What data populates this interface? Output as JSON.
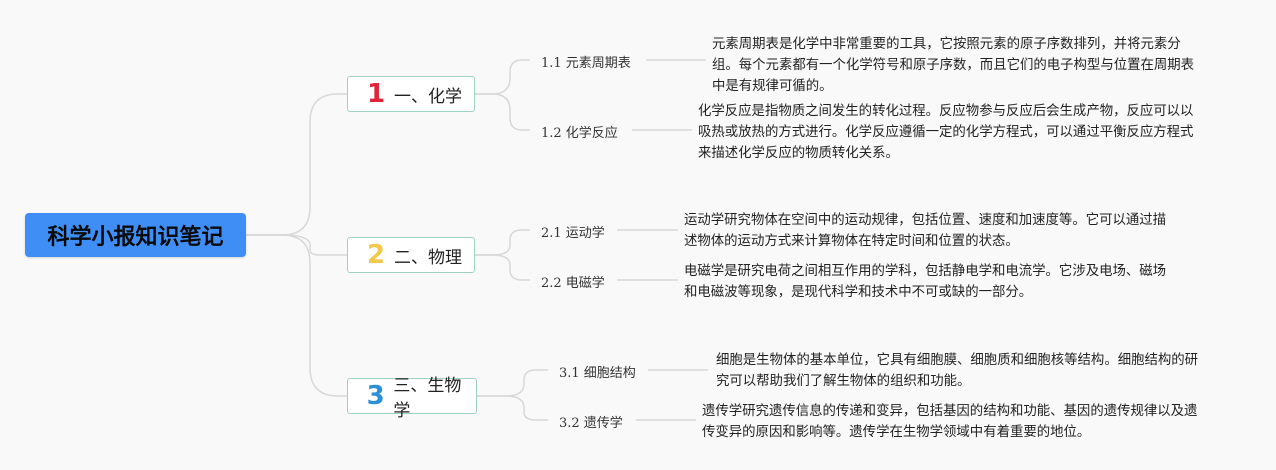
{
  "root": {
    "label": "科学小报知识笔记"
  },
  "colors": {
    "root_bg": "#3f8ef6",
    "branch_border": "#9fd2c4",
    "link": "#d8d8d8"
  },
  "branches": [
    {
      "number": "1",
      "number_color": "#e0263b",
      "label": "一、化学",
      "children": [
        {
          "label": "1.1 元素周期表",
          "desc": "元素周期表是化学中非常重要的工具，它按照元素的原子序数排列，并将元素分组。每个元素都有一个化学符号和原子序数，而且它们的电子构型与位置在周期表中是有规律可循的。"
        },
        {
          "label": "1.2 化学反应",
          "desc": "化学反应是指物质之间发生的转化过程。反应物参与反应后会生成产物，反应可以以吸热或放热的方式进行。化学反应遵循一定的化学方程式，可以通过平衡反应方程式来描述化学反应的物质转化关系。"
        }
      ]
    },
    {
      "number": "2",
      "number_color": "#f2c94a",
      "label": "二、物理",
      "children": [
        {
          "label": "2.1 运动学",
          "desc": "运动学研究物体在空间中的运动规律，包括位置、速度和加速度等。它可以通过描述物体的运动方式来计算物体在特定时间和位置的状态。"
        },
        {
          "label": "2.2 电磁学",
          "desc": "电磁学是研究电荷之间相互作用的学科，包括静电学和电流学。它涉及电场、磁场和电磁波等现象，是现代科学和技术中不可或缺的一部分。"
        }
      ]
    },
    {
      "number": "3",
      "number_color": "#2a8fd6",
      "label": "三、生物学",
      "children": [
        {
          "label": "3.1 细胞结构",
          "desc": "细胞是生物体的基本单位，它具有细胞膜、细胞质和细胞核等结构。细胞结构的研究可以帮助我们了解生物体的组织和功能。"
        },
        {
          "label": "3.2 遗传学",
          "desc": "遗传学研究遗传信息的传递和变异，包括基因的结构和功能、基因的遗传规律以及遗传变异的原因和影响等。遗传学在生物学领域中有着重要的地位。"
        }
      ]
    }
  ]
}
